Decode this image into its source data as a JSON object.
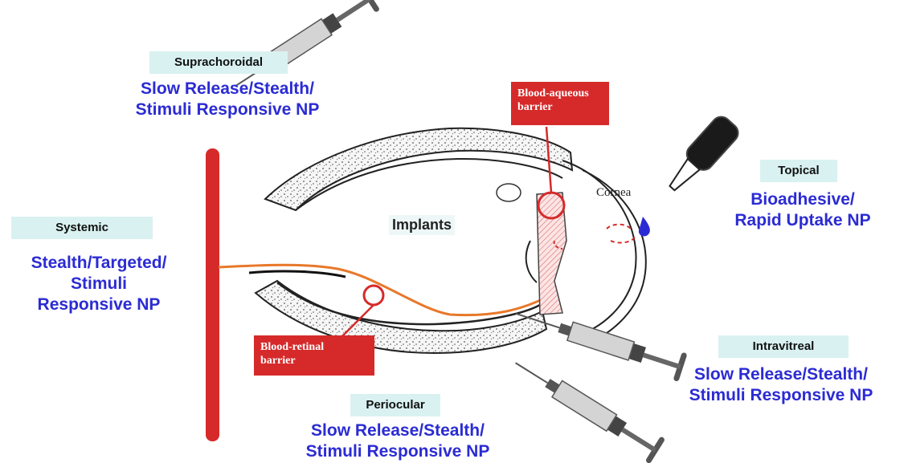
{
  "routes": {
    "suprachoroidal": {
      "label": "Suprachoroidal",
      "lines": [
        "Slow Release/Stealth/",
        "Stimuli Responsive NP"
      ]
    },
    "systemic": {
      "label": "Systemic",
      "lines": [
        "Stealth/Targeted/",
        "Stimuli",
        "Responsive NP"
      ]
    },
    "topical": {
      "label": "Topical",
      "lines": [
        "Bioadhesive/",
        "Rapid Uptake NP"
      ]
    },
    "intravitreal": {
      "label": "Intravitreal",
      "lines": [
        "Slow Release/Stealth/",
        "Stimuli Responsive NP"
      ]
    },
    "periocular": {
      "label": "Periocular",
      "lines": [
        "Slow Release/Stealth/",
        "Stimuli Responsive NP"
      ]
    }
  },
  "barriers": {
    "blood_aqueous": [
      "Blood-aqueous",
      "barrier"
    ],
    "blood_retinal": [
      "Blood-retinal",
      "barrier"
    ]
  },
  "implants_label": "Implants",
  "cornea_label": "Cornea",
  "colors": {
    "accent_red": "#d62a2a",
    "np_blue": "#2b2bd4",
    "label_bg": "#d9f1f1",
    "systemic_line": "#e8782a"
  },
  "icons": [
    "syringe-icon",
    "eye-dropper-icon",
    "blood-vessel-icon",
    "eye-cross-section"
  ]
}
